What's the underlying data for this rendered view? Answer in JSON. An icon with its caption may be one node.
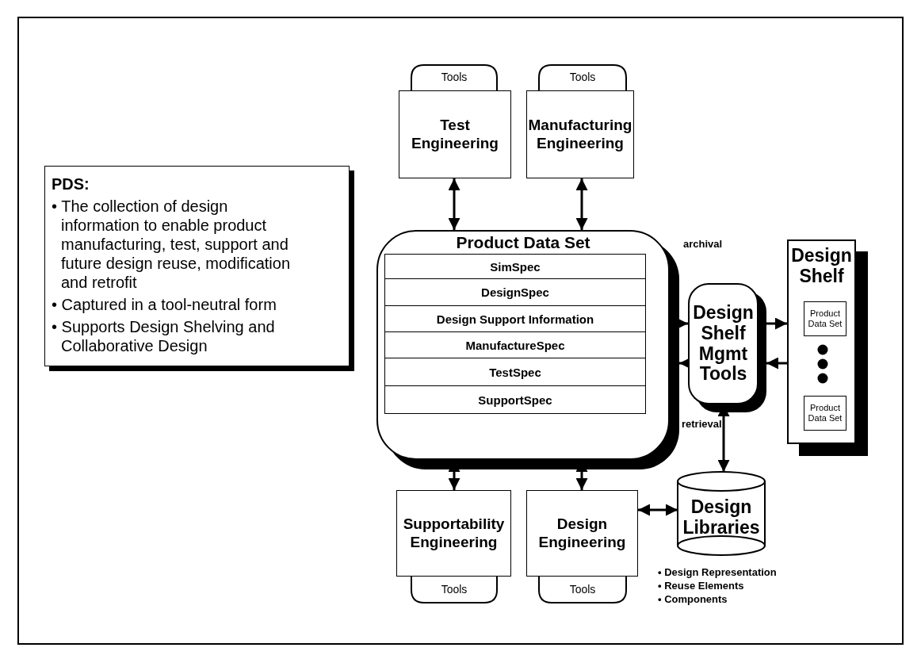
{
  "diagram": {
    "nodes": [
      {
        "text": [
          "PDS:",
          "• The collection of design information to enable product manufacturing, test, support and future design reuse, modification and retrofit",
          "• Captured in a tool-neutral form",
          "• Supports Design Shelving and Collaborative Design"
        ]
      },
      {
        "text": [
          "Tools"
        ]
      },
      {
        "text": [
          "Test Engineering"
        ]
      },
      {
        "text": [
          "Tools"
        ]
      },
      {
        "text": [
          "Manufacturing Engineering"
        ]
      },
      {
        "text": [
          "Product Data Set"
        ]
      },
      {
        "text": [
          "SimSpec"
        ],
        "in": 5
      },
      {
        "text": [
          "DesignSpec"
        ],
        "in": 5
      },
      {
        "text": [
          "Design Support Information"
        ],
        "in": 5
      },
      {
        "text": [
          "ManufactureSpec"
        ],
        "in": 5
      },
      {
        "text": [
          "TestSpec"
        ],
        "in": 5
      },
      {
        "text": [
          "SupportSpec"
        ],
        "in": 5
      },
      {
        "text": [
          "Design Shelf Mgmt Tools"
        ]
      },
      {
        "text": [
          "Design Shelf"
        ]
      },
      {
        "text": [
          "Product Data Set"
        ],
        "in": 13
      },
      {
        "text": [
          "Product Data Set"
        ],
        "in": 13
      },
      {
        "text": [
          "Design Libraries"
        ],
        "beside": [
          "• Design Representation",
          "• Reuse Elements",
          "• Components"
        ]
      },
      {
        "text": [
          "Supportability Engineering"
        ]
      },
      {
        "text": [
          "Tools"
        ]
      },
      {
        "text": [
          "Design Engineering"
        ]
      },
      {
        "text": [
          "Tools"
        ]
      }
    ],
    "edges": [
      {
        "from": 2,
        "to": 5,
        "arrow": "both"
      },
      {
        "from": 4,
        "to": 5,
        "arrow": "both"
      },
      {
        "from": 5,
        "to": 12,
        "arrow": "to"
      },
      {
        "from": 12,
        "to": 5,
        "arrow": "to"
      },
      {
        "from": 12,
        "to": 13,
        "arrow": "to"
      },
      {
        "from": 13,
        "to": 12,
        "arrow": "to"
      },
      {
        "from": 12,
        "to": 16,
        "arrow": "both"
      },
      {
        "from": 19,
        "to": 16,
        "arrow": "both"
      },
      {
        "from": 5,
        "to": 17,
        "arrow": "both"
      },
      {
        "from": 5,
        "to": 19,
        "arrow": "both"
      }
    ],
    "labels": [
      "archival",
      "retrieval"
    ]
  }
}
